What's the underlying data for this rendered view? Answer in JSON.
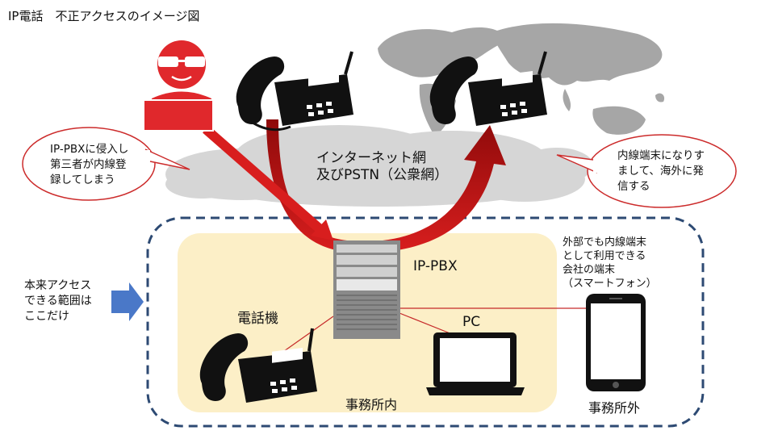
{
  "title": "IP電話　不正アクセスのイメージ図",
  "cloud": {
    "label_line1": "インターネット網",
    "label_line2": "及びPSTN（公衆網）"
  },
  "bubble_left": {
    "line1": "IP-PBXに侵入し",
    "line2": "第三者が内線登",
    "line3": "録してしまう"
  },
  "bubble_right": {
    "line1": "内線端末になりす",
    "line2": "まして、海外に発",
    "line3": "信する"
  },
  "pbx_label": "IP-PBX",
  "pc_label": "PC",
  "phone_label": "電話機",
  "office_inside_label": "事務所内",
  "office_outside_label": "事務所外",
  "mobile_desc": {
    "line1": "外部でも内線端末",
    "line2": "として利用できる",
    "line3": "会社の端末",
    "line4": "（スマートフォン）"
  },
  "scope_note": {
    "line1": "本来アクセス",
    "line2": "できる範囲は",
    "line3": "ここだけ"
  },
  "colors": {
    "attack_red": "#d81e1e",
    "dark_red": "#a50d0d",
    "hacker_red": "#e0282c",
    "office_fill": "#fcefc7",
    "dashed_border": "#2d4a73",
    "arrow_blue": "#4a78c8",
    "cloud_gray": "#d6d6d6",
    "map_gray": "#a6a6a6"
  }
}
